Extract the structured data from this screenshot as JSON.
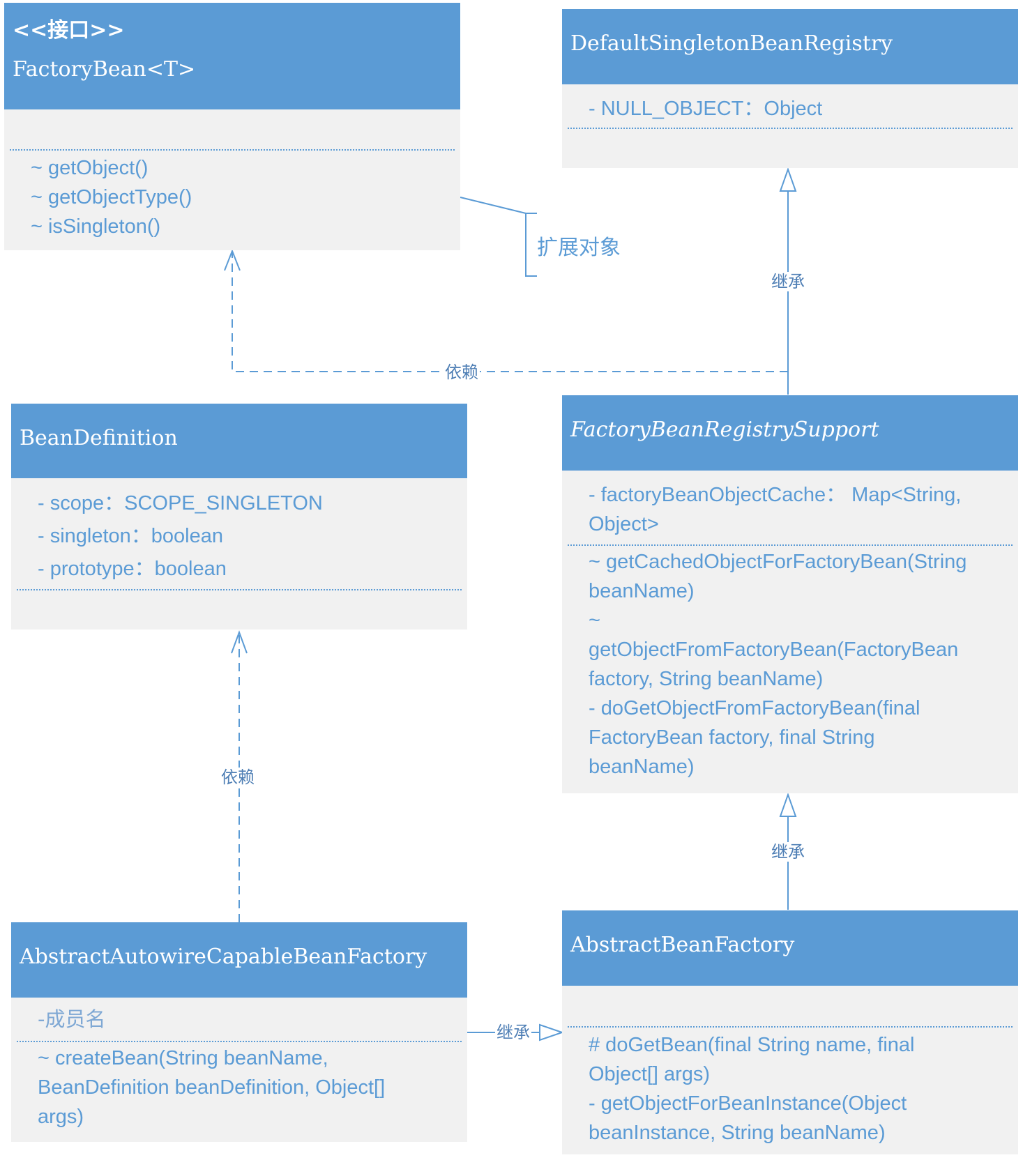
{
  "factory_bean": {
    "stereotype": "<<接口>>",
    "name": "FactoryBean<T>",
    "methods": [
      "~ getObject()",
      "~ getObjectType()",
      "~ isSingleton()"
    ]
  },
  "default_singleton": {
    "name": "DefaultSingletonBeanRegistry",
    "fields": [
      "- NULL_OBJECT：Object"
    ]
  },
  "bean_definition": {
    "name": "BeanDefinition",
    "fields": [
      "- scope：SCOPE_SINGLETON",
      "- singleton：boolean",
      "- prototype：boolean"
    ]
  },
  "factory_bean_registry_support": {
    "name": "FactoryBeanRegistrySupport",
    "fields": [
      "- factoryBeanObjectCache： Map<String,",
      "Object>"
    ],
    "methods": [
      "~ getCachedObjectForFactoryBean(String",
      "beanName)",
      "~",
      "getObjectFromFactoryBean(FactoryBean",
      "factory, String beanName)",
      "- doGetObjectFromFactoryBean(final",
      "FactoryBean factory, final String",
      "beanName)"
    ]
  },
  "abstract_autowire": {
    "name": "AbstractAutowireCapableBeanFactory",
    "fields": [
      "-成员名"
    ],
    "methods": [
      "~ createBean(String beanName,",
      "BeanDefinition beanDefinition, Object[]",
      "args)"
    ]
  },
  "abstract_bean_factory": {
    "name": "AbstractBeanFactory",
    "methods": [
      "# doGetBean(final String name, final",
      "Object[] args)",
      "- getObjectForBeanInstance(Object",
      "beanInstance, String beanName)"
    ]
  },
  "relations": {
    "note_extend": "扩展对象",
    "inherit_top": "继承",
    "depend_top": "依赖",
    "depend_left": "依赖",
    "inherit_right": "继承",
    "inherit_bottom": "继承"
  },
  "colors": {
    "header": "#5b9bd5",
    "body": "#f1f1f1",
    "text": "#5b9bd5"
  }
}
